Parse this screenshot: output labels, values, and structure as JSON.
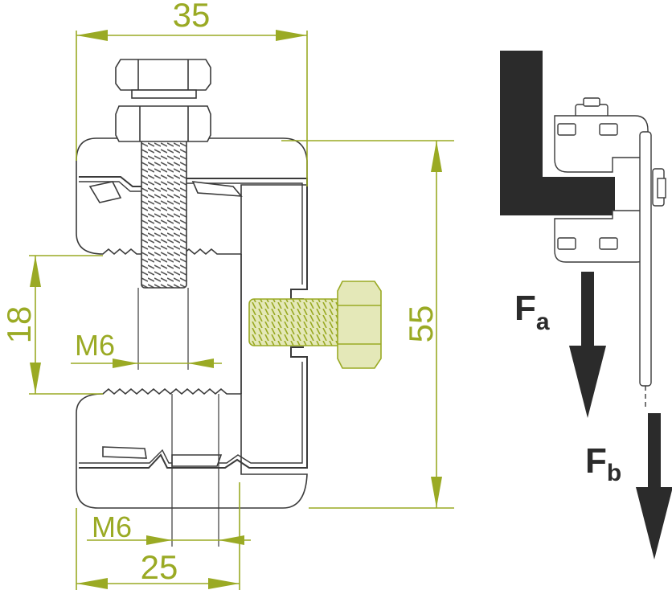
{
  "colors": {
    "dimension": "#9aaa24",
    "outline": "#3a3a3a",
    "dark": "#2b2b2b",
    "bolt_highlight": "#d6dc9a",
    "part_fill": "#ffffff"
  },
  "dimensions": {
    "width_top": "35",
    "height_right": "55",
    "height_left": "18",
    "thread_upper": "M6",
    "thread_lower": "M6",
    "width_bottom": "25"
  },
  "forces": {
    "fa": {
      "letter": "F",
      "sub": "a"
    },
    "fb": {
      "letter": "F",
      "sub": "b"
    }
  },
  "icons": [
    "clamp-drawing",
    "hex-bolt-icon",
    "down-arrow-icon",
    "beam-profile-icon"
  ]
}
